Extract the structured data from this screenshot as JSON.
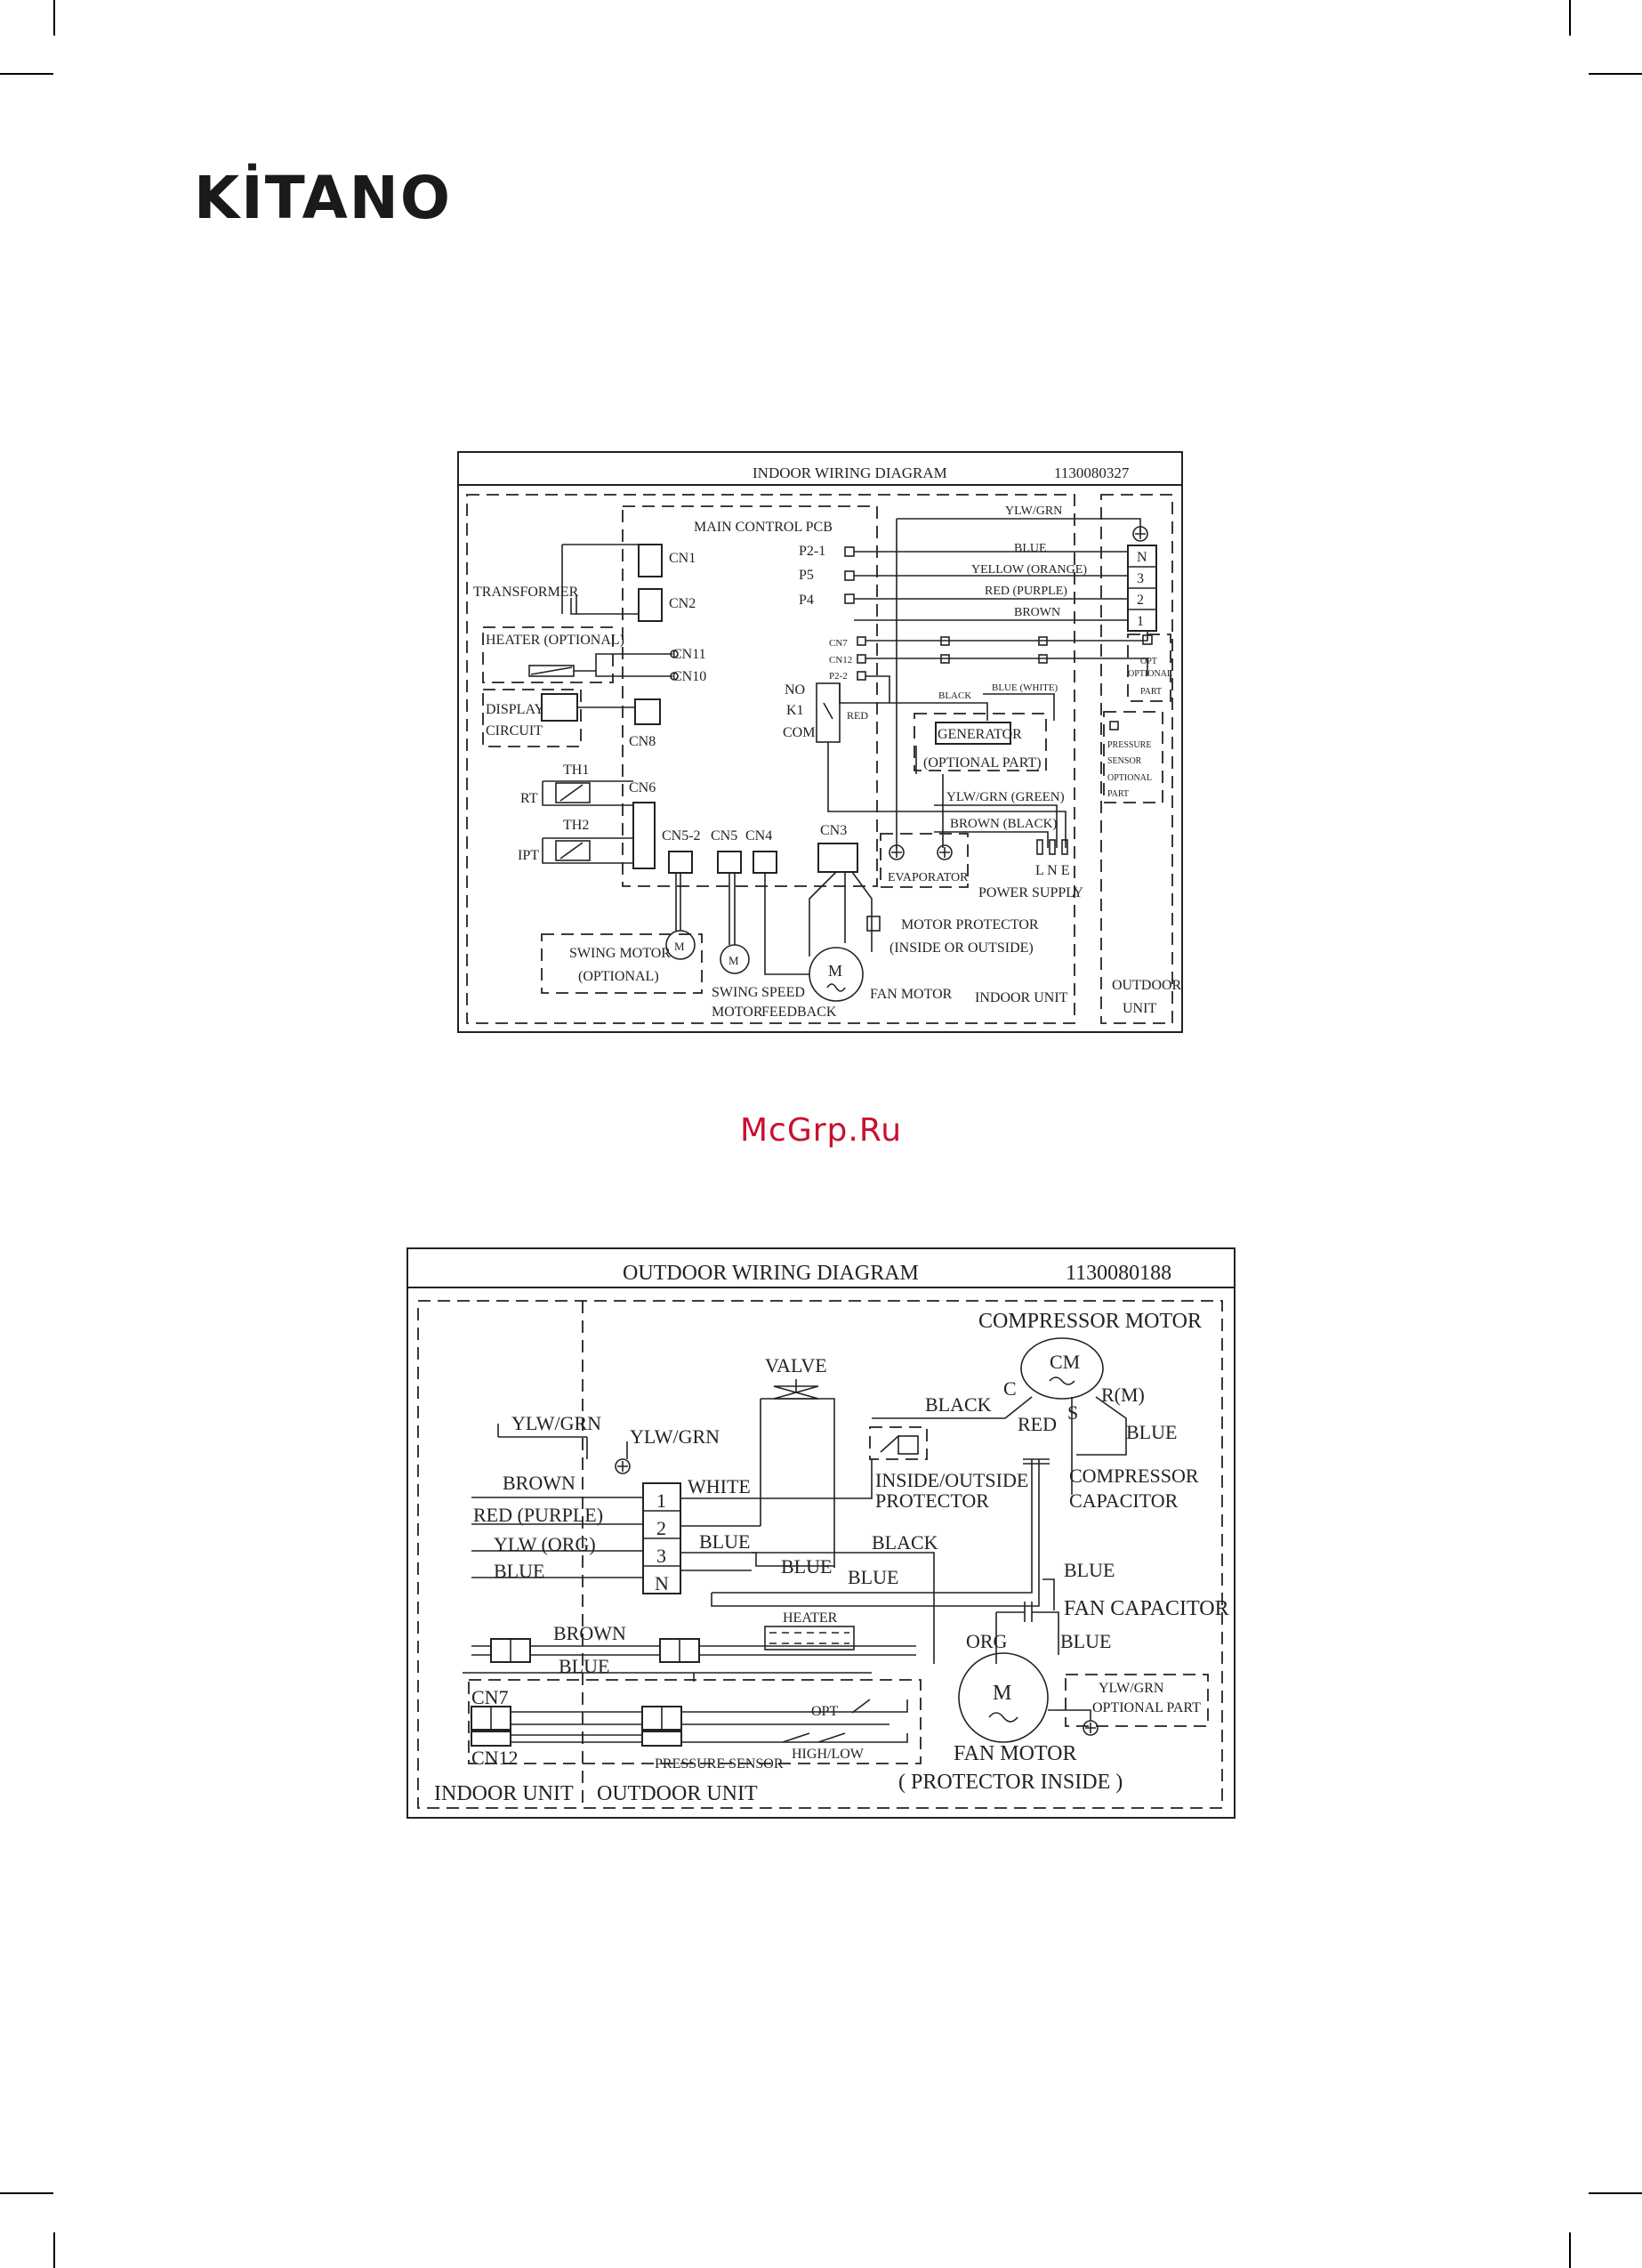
{
  "brand": {
    "logo_text": "KİTANO"
  },
  "watermark": "McGrp.Ru",
  "indoor": {
    "title": "INDOOR WIRING DIAGRAM",
    "code": "1130080327",
    "main_pcb": "MAIN CONTROL PCB",
    "transformer": "TRANSFORMER",
    "heater": "HEATER (OPTIONAL)",
    "display": [
      "DISPLAY",
      "CIRCUIT"
    ],
    "cn": {
      "cn1": "CN1",
      "cn2": "CN2",
      "cn11": "CN11",
      "cn10": "CN10",
      "cn8": "CN8",
      "cn6": "CN6",
      "cn52": "CN5-2",
      "cn5": "CN5",
      "cn4": "CN4",
      "cn3": "CN3",
      "cn7": "CN7",
      "cn12": "CN12",
      "p22": "P2-2"
    },
    "ports": {
      "p21": "P2-1",
      "p5": "P5",
      "p4": "P4"
    },
    "relay": {
      "no": "NO",
      "k1": "K1",
      "com": "COM",
      "red": "RED"
    },
    "th1": "TH1",
    "th2": "TH2",
    "rt": "RT",
    "ipt": "IPT",
    "wires": {
      "ylwgrn": "YLW/GRN",
      "blue": "BLUE",
      "yellow": "YELLOW (ORANGE)",
      "red": "RED (PURPLE)",
      "brown": "BROWN",
      "black": "BLACK",
      "blue_white": "BLUE (WHITE)",
      "ylwgrn_green": "YLW/GRN (GREEN)",
      "brown_black": "BROWN (BLACK)"
    },
    "terminals": [
      "N",
      "3",
      "2",
      "1"
    ],
    "opt": [
      "OPT",
      "OPTIONAL",
      "PART"
    ],
    "pressure": [
      "PRESSURE",
      "SENSOR",
      "OPTIONAL",
      "PART"
    ],
    "generator": [
      "GENERATOR",
      "(OPTIONAL PART)"
    ],
    "evaporator": "EVAPORATOR",
    "lne": "L N E",
    "power_supply": "POWER SUPPLY",
    "motor_protector": [
      "MOTOR PROTECTOR",
      "(INSIDE OR OUTSIDE)"
    ],
    "swing_motor_opt": [
      "SWING MOTOR",
      "(OPTIONAL)"
    ],
    "swing_motor": [
      "SWING",
      "MOTOR"
    ],
    "speed_feedback": [
      "SPEED",
      "FEEDBACK"
    ],
    "fan_motor": "FAN MOTOR",
    "m": "M",
    "indoor_unit": "INDOOR UNIT",
    "outdoor_unit": [
      "OUTDOOR",
      "UNIT"
    ]
  },
  "outdoor": {
    "title": "OUTDOOR WIRING DIAGRAM",
    "code": "1130080188",
    "compressor_motor": "COMPRESSOR MOTOR",
    "cm": "CM",
    "c": "C",
    "rm": "R(M)",
    "s": "S",
    "valve": "VALVE",
    "black": "BLACK",
    "red": "RED",
    "blue": "BLUE",
    "white": "WHITE",
    "org": "ORG",
    "ylwgrn": "YLW/GRN",
    "left_wires": [
      "BROWN",
      "RED (PURPLE)",
      "YLW (ORG)",
      "BLUE"
    ],
    "terminals": [
      "1",
      "2",
      "3",
      "N"
    ],
    "protector": [
      "INSIDE/OUTSIDE",
      "PROTECTOR"
    ],
    "comp_capacitor": [
      "COMPRESSOR",
      "CAPACITOR"
    ],
    "fan_capacitor": "FAN CAPACITOR",
    "heater": "HEATER",
    "brown": "BROWN",
    "cn7": "CN7",
    "cn12": "CN12",
    "opt": "OPT",
    "pressure_sensor": "PRESSURE SENSOR",
    "high_low": "HIGH/LOW",
    "optional_part": [
      "YLW/GRN",
      "OPTIONAL PART"
    ],
    "m": "M",
    "fan_motor": "FAN MOTOR",
    "protector_inside": "( PROTECTOR INSIDE )",
    "indoor_unit": "INDOOR UNIT",
    "outdoor_unit": "OUTDOOR UNIT"
  }
}
